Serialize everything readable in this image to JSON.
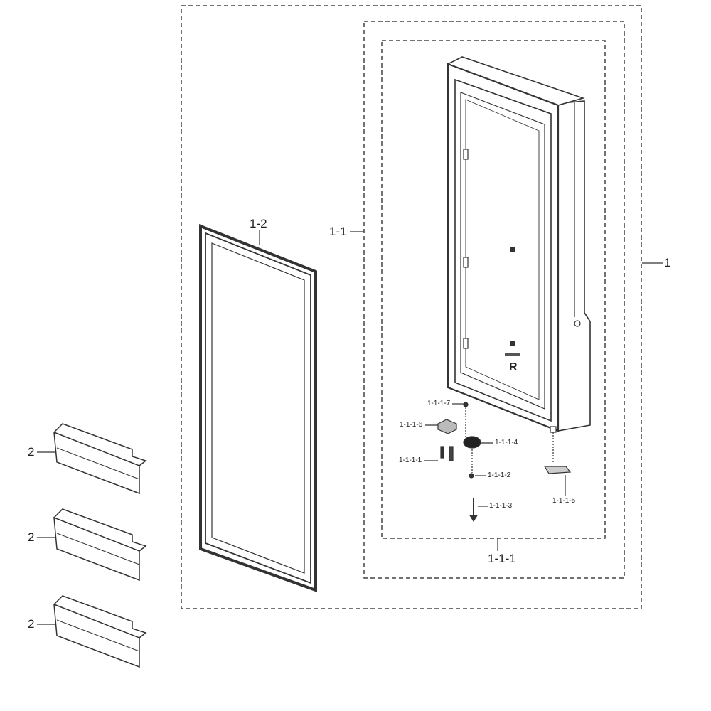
{
  "labels": {
    "assembly": "1",
    "door_assy": "1-1",
    "gasket": "1-2",
    "hinge_assy": "1-1-1",
    "part_1_1_1_1": "1-1-1-1",
    "part_1_1_1_2": "1-1-1-2",
    "part_1_1_1_3": "1-1-1-3",
    "part_1_1_1_4": "1-1-1-4",
    "part_1_1_1_5": "1-1-1-5",
    "part_1_1_1_6": "1-1-1-6",
    "part_1_1_1_7": "1-1-1-7",
    "guard_top": "2",
    "guard_middle": "2",
    "guard_bottom": "2"
  },
  "door_marking": "R",
  "colors": {
    "line": "#333333",
    "fill": "#ffffff",
    "gasket": "#555555"
  }
}
